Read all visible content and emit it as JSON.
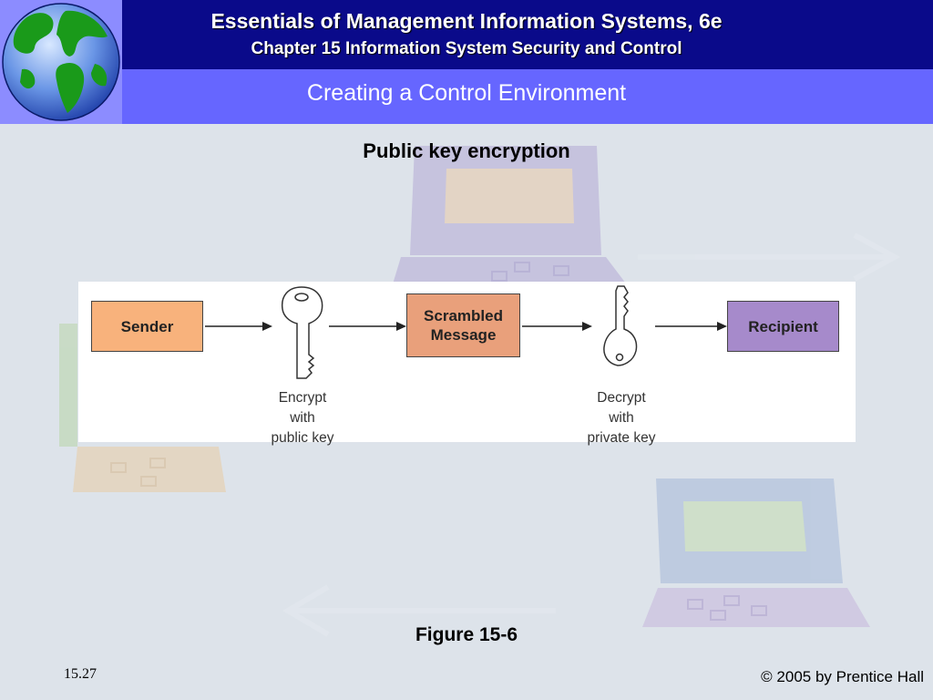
{
  "header": {
    "book_title": "Essentials of Management Information Systems, 6e",
    "chapter_title": "Chapter 15 Information System Security and Control",
    "section_title": "Creating a Control Environment"
  },
  "slide": {
    "heading": "Public key encryption",
    "figure_caption": "Figure 15-6",
    "slide_number": "15.27",
    "copyright": "© 2005 by Prentice Hall"
  },
  "diagram": {
    "nodes": [
      {
        "id": "sender",
        "label": "Sender",
        "color": "#f8b27c"
      },
      {
        "id": "scrambled",
        "label": "Scrambled\nMessage",
        "color": "#e9a07b"
      },
      {
        "id": "recipient",
        "label": "Recipient",
        "color": "#a68acb"
      }
    ],
    "keys": [
      {
        "id": "public",
        "caption": "Encrypt\nwith\npublic key"
      },
      {
        "id": "private",
        "caption": "Decrypt\nwith\nprivate key"
      }
    ]
  },
  "colors": {
    "header_dark": "#0a0a8a",
    "header_light": "#6666ff",
    "background": "#dde3ea"
  }
}
